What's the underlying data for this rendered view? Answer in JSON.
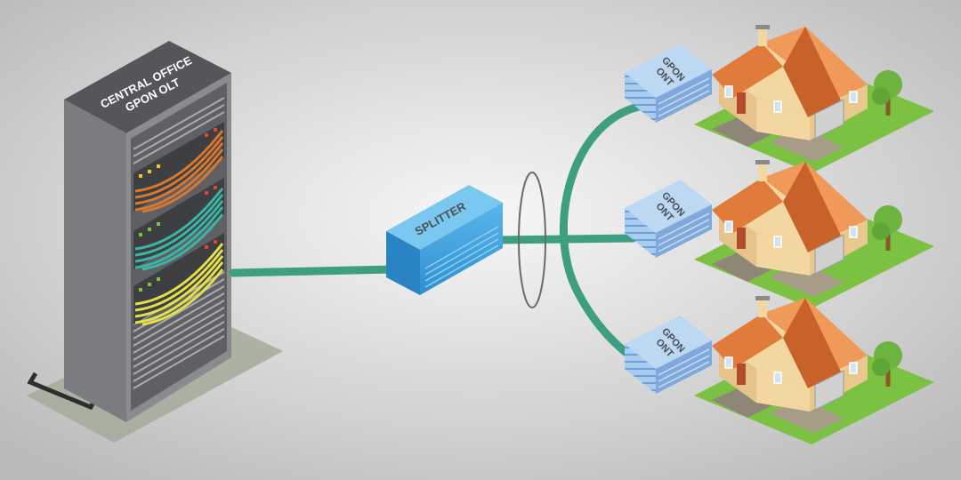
{
  "central_office": {
    "line1": "CENTRAL OFFICE",
    "line2": "GPON OLT"
  },
  "splitter": {
    "label": "SPLITTER"
  },
  "ont": {
    "line1": "GPON",
    "line2": "ONT"
  },
  "colors": {
    "fiber": "#3d9f7f",
    "rack": "#6d6e71",
    "roof": "#e07b3c",
    "house_wall": "#f3d7a1",
    "grass": "#7cc242",
    "splitter": "#4aa8e0",
    "ont": "#9ec4e8"
  }
}
